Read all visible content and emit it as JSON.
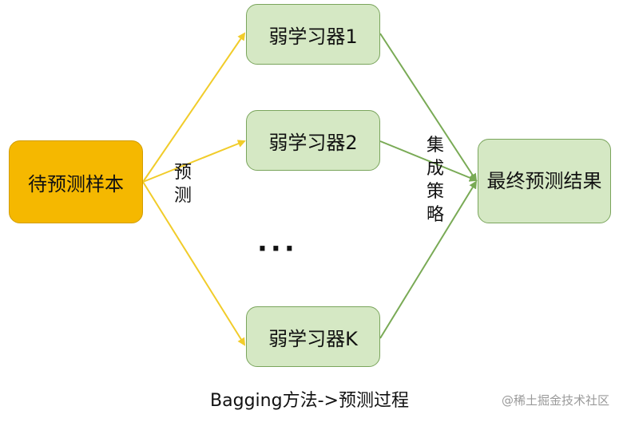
{
  "diagram": {
    "input_node": "待预测样本",
    "learners": [
      "弱学习器1",
      "弱学习器2",
      "弱学习器K"
    ],
    "ellipsis": "···",
    "predict_label": "预测",
    "ensemble_label": "集成策略",
    "output_node": "最终预测结果",
    "caption": "Bagging方法->预测过程",
    "watermark": "@稀土掘金技术社区"
  },
  "colors": {
    "input_fill": "#f5b800",
    "learner_fill": "#d5e8c4",
    "predict_arrow": "#f1cc2a",
    "ensemble_arrow": "#79aa55"
  }
}
